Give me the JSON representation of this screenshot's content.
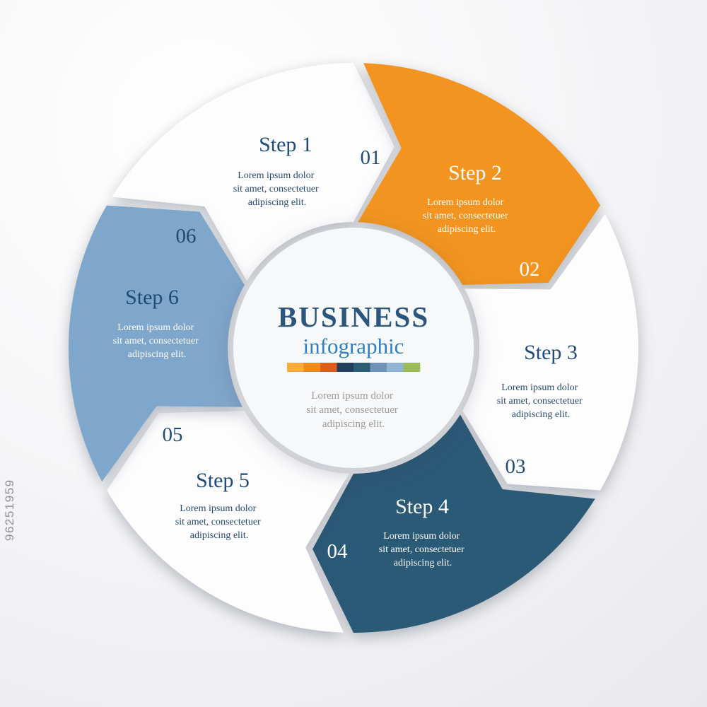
{
  "watermark": {
    "id": "96251959"
  },
  "center": {
    "title": "BUSINESS",
    "subtitle": "infographic",
    "title_color": "#2B567D",
    "subtitle_color": "#2E7FC1",
    "desc_color": "#9B9B9B",
    "strip_colors": [
      "#F7AC3C",
      "#EF8A1D",
      "#DB5F1C",
      "#22405E",
      "#2C5B76",
      "#6E93B8",
      "#8FB4D4",
      "#9BBB59"
    ],
    "desc": [
      "Lorem ipsum dolor",
      "sit amet, consectetuer",
      "adipiscing elit."
    ]
  },
  "steps": [
    {
      "number": "01",
      "title": "Step 1",
      "color": "#FDFDFE",
      "title_color": "#1F4B78",
      "number_color": "#1F4B78",
      "desc_color": "#27496F",
      "desc": [
        "Lorem ipsum dolor",
        "sit amet, consectetuer",
        "adipiscing elit."
      ]
    },
    {
      "number": "02",
      "title": "Step 2",
      "color": "#F2941F",
      "title_color": "#FFFFFF",
      "number_color": "#FFFFFF",
      "desc_color": "#FFFFFF",
      "desc": [
        "Lorem ipsum dolor",
        "sit amet, consectetuer",
        "adipiscing elit."
      ]
    },
    {
      "number": "03",
      "title": "Step 3",
      "color": "#FDFDFE",
      "title_color": "#1F4B78",
      "number_color": "#1F4B78",
      "desc_color": "#27496F",
      "desc": [
        "Lorem ipsum dolor",
        "sit amet, consectetuer",
        "adipiscing elit."
      ]
    },
    {
      "number": "04",
      "title": "Step 4",
      "color": "#2B5A77",
      "title_color": "#FFFFFF",
      "number_color": "#FFFFFF",
      "desc_color": "#FFFFFF",
      "desc": [
        "Lorem ipsum dolor",
        "sit amet, consectetuer",
        "adipiscing elit."
      ]
    },
    {
      "number": "05",
      "title": "Step 5",
      "color": "#FDFDFE",
      "title_color": "#1F4B78",
      "number_color": "#1F4B78",
      "desc_color": "#27496F",
      "desc": [
        "Lorem ipsum dolor",
        "sit amet, consectetuer",
        "adipiscing elit."
      ]
    },
    {
      "number": "06",
      "title": "Step 6",
      "color": "#7FA6CB",
      "title_color": "#1F4B78",
      "number_color": "#27496F",
      "desc_color": "#FFFFFF",
      "desc": [
        "Lorem ipsum dolor",
        "sit amet, consectetuer",
        "adipiscing elit."
      ]
    }
  ]
}
